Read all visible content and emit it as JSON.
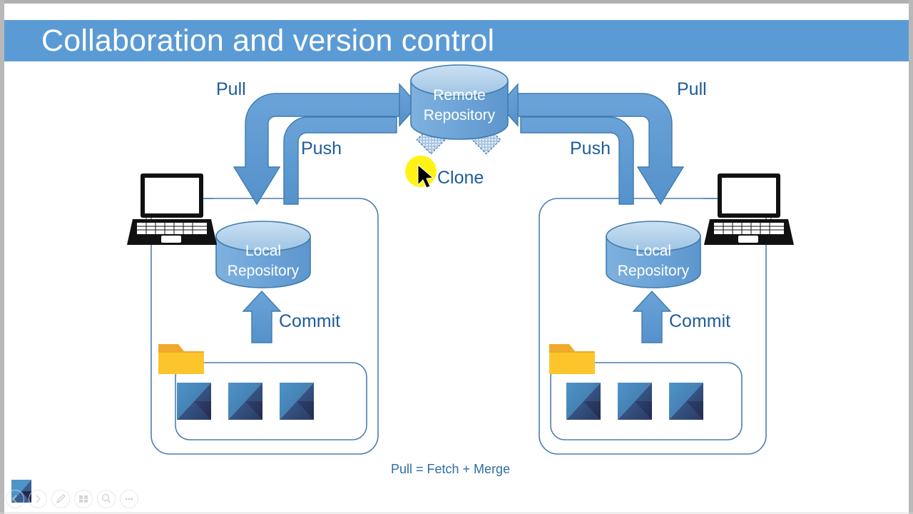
{
  "slide": {
    "title": "Collaboration and version control",
    "banner_color": "#5B9BD5",
    "background": "#FFFFFF"
  },
  "nodes": {
    "remote_repository": {
      "line1": "Remote",
      "line2": "Repository"
    },
    "local_repository_left": {
      "line1": "Local",
      "line2": "Repository"
    },
    "local_repository_right": {
      "line1": "Local",
      "line2": "Repository"
    }
  },
  "labels": {
    "pull_left": "Pull",
    "pull_right": "Pull",
    "push_left": "Push",
    "push_right": "Push",
    "clone": "Clone",
    "commit_left": "Commit",
    "commit_right": "Commit",
    "footnote": "Pull = Fetch + Merge"
  },
  "icons": {
    "laptop_left": "laptop-icon",
    "laptop_right": "laptop-icon",
    "folder_left": "folder-icon",
    "folder_right": "folder-icon",
    "file_icons_left": [
      "file-icon",
      "file-icon",
      "file-icon"
    ],
    "file_icons_right": [
      "file-icon",
      "file-icon",
      "file-icon"
    ],
    "cursor": "mouse-cursor-icon",
    "highlight": "click-highlight"
  },
  "colors": {
    "arrow_blue": "#5B9BD5",
    "arrow_blue_dark": "#3F7CAE",
    "cylinder_top": "#A8CBE8",
    "cylinder_body": "#6FA8DC",
    "text_blue": "#1F5C99",
    "folder_yellow": "#FCC52B",
    "folder_tab": "#F0A92B",
    "highlight_yellow": "#FFF200"
  },
  "controls": {
    "prev": "previous-slide",
    "next": "next-slide",
    "pen": "pen-tool",
    "slides": "slide-overview",
    "zoom": "zoom-tool",
    "more": "more-options"
  }
}
